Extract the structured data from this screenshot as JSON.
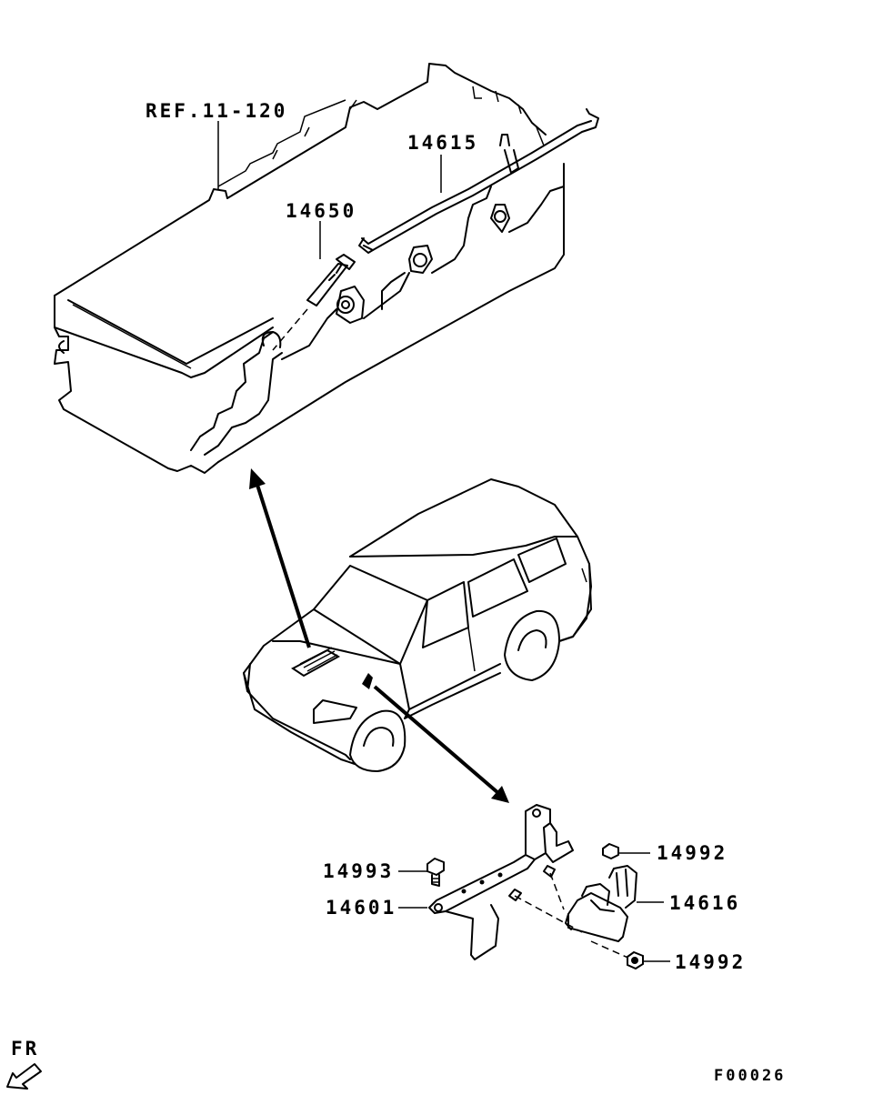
{
  "labels": {
    "ref": "REF.11-120",
    "p14615": "14615",
    "p14650": "14650",
    "p14993": "14993",
    "p14601": "14601",
    "p14992_top": "14992",
    "p14616": "14616",
    "p14992_bottom": "14992",
    "fr": "FR",
    "figure_code": "F00026"
  }
}
